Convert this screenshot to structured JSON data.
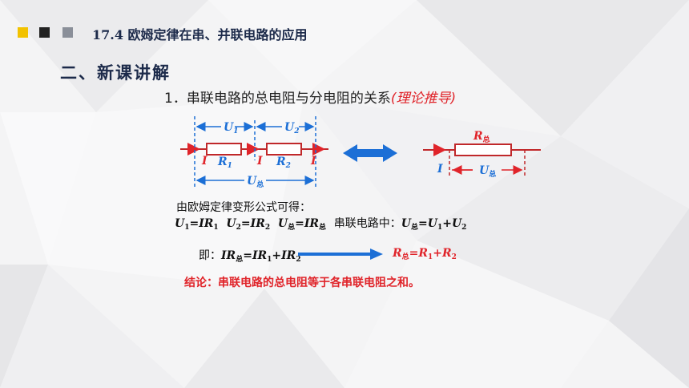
{
  "header": {
    "title": "17.4 欧姆定律在串、并联电路的应用",
    "squares": [
      "#f2c200",
      "#222222",
      "#8a8f99"
    ]
  },
  "section_title": "二、新课讲解",
  "subtitle": {
    "text": "1．串联电路的总电阻与分电阻的关系",
    "note": "(理论推导)"
  },
  "circuit_left": {
    "voltage_labels": [
      "U",
      "1",
      "U",
      "2"
    ],
    "resistor_labels": [
      "R",
      "1",
      "R",
      "2"
    ],
    "current_labels": [
      "I",
      "I",
      "I"
    ],
    "total_voltage": [
      "U",
      "总"
    ]
  },
  "circuit_right": {
    "resistor_label": [
      "R",
      "总"
    ],
    "current_label": "I",
    "voltage_label": [
      "U",
      "总"
    ]
  },
  "derivation": {
    "intro": "由欧姆定律变形公式可得：",
    "series_label": "串联电路中：",
    "ji_label": "即：",
    "conclusion": "结论：串联电路的总电阻等于各串联电阻之和。"
  },
  "colors": {
    "red": "#e0242a",
    "blue": "#1c6fd6",
    "navy": "#1c2a4a"
  }
}
